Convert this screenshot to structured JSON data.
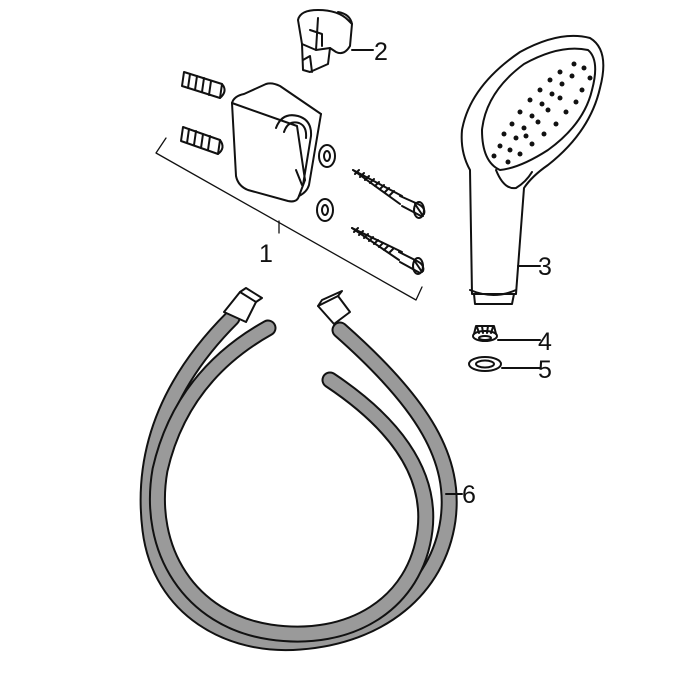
{
  "figure": {
    "type": "exploded parts diagram",
    "colors": {
      "line": "#111111",
      "hose": "#9a9a9a",
      "background": "#ffffff"
    }
  },
  "callouts": [
    {
      "id": "1",
      "label": "1"
    },
    {
      "id": "2",
      "label": "2"
    },
    {
      "id": "3",
      "label": "3"
    },
    {
      "id": "4",
      "label": "4"
    },
    {
      "id": "5",
      "label": "5"
    },
    {
      "id": "6",
      "label": "6"
    }
  ]
}
